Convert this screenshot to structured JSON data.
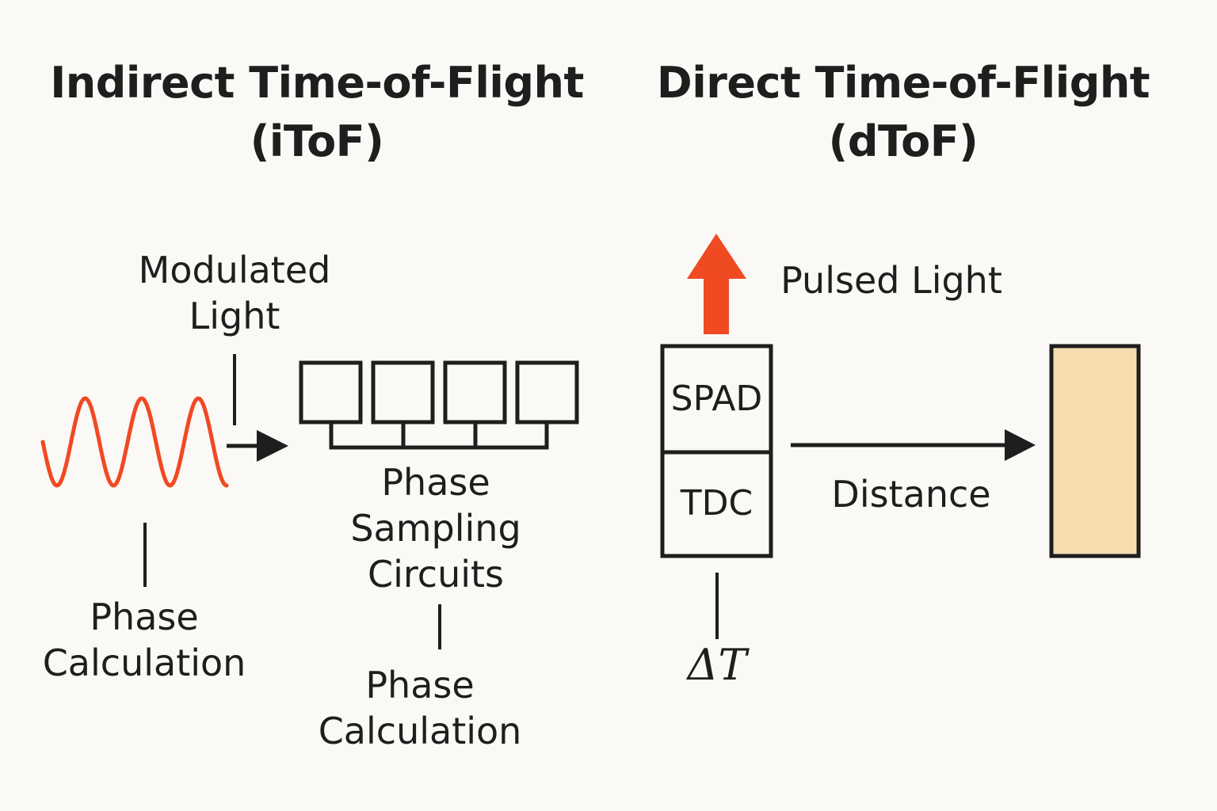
{
  "itof": {
    "title_line1": "Indirect Time-of-Flight",
    "title_line2": "(iToF)",
    "modulated_light_line1": "Modulated",
    "modulated_light_line2": "Light",
    "phase_sampling_line1": "Phase",
    "phase_sampling_line2": "Sampling",
    "phase_sampling_line3": "Circuits",
    "phase_calc_left_line1": "Phase",
    "phase_calc_left_line2": "Calculation",
    "phase_calc_right_line1": "Phase",
    "phase_calc_right_line2": "Calculation"
  },
  "dtof": {
    "title_line1": "Direct Time-of-Flight",
    "title_line2": "(dToF)",
    "pulsed_light": "Pulsed Light",
    "spad": "SPAD",
    "tdc": "TDC",
    "distance": "Distance",
    "delta_t": "ΔT"
  },
  "colors": {
    "wave": "#f04a23",
    "arrow_up": "#f04a23",
    "stroke": "#1e1e1e",
    "target_fill": "#f7dcb0",
    "background": "#fbf9f5"
  }
}
